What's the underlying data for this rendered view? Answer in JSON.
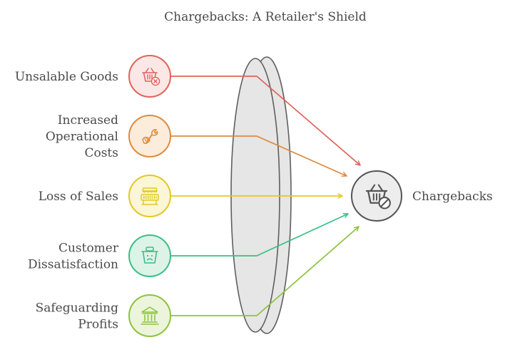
{
  "title": "Chargebacks: A Retailer's Shield",
  "inputs": [
    {
      "lines": [
        "Unsalable Goods"
      ],
      "icon": "basket-x-icon",
      "color": "#e0635b",
      "fill": "#fbe7e5"
    },
    {
      "lines": [
        "Increased",
        "Operational",
        "Costs"
      ],
      "icon": "wrench-hand-icon",
      "color": "#e08a3c",
      "fill": "#fcecdc"
    },
    {
      "lines": [
        "Loss of Sales"
      ],
      "icon": "closed-store-icon",
      "color": "#e3c824",
      "fill": "#fbf6d6"
    },
    {
      "lines": [
        "Customer",
        "Dissatisfaction"
      ],
      "icon": "sad-basket-icon",
      "color": "#3bbf86",
      "fill": "#ddf3e8"
    },
    {
      "lines": [
        "Safeguarding",
        "Profits"
      ],
      "icon": "bank-icon",
      "color": "#8cc43c",
      "fill": "#ecf5dc"
    }
  ],
  "output": {
    "label": "Chargebacks",
    "icon": "basket-blocked-icon",
    "color": "#555555",
    "fill": "#ededed"
  },
  "lens": {
    "color": "#5f5f5f",
    "fill": "#e6e6e6"
  }
}
